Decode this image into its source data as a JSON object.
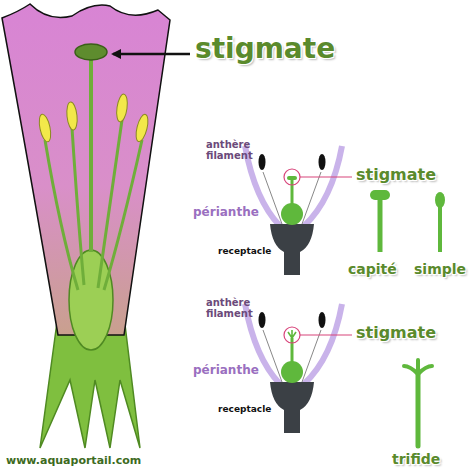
{
  "diagram": {
    "labels": [
      "stigmate",
      "anthère",
      "filament",
      "stigmate",
      "périanthe",
      "receptacle",
      "capité",
      "simple",
      "anthère",
      "filament",
      "stigmate",
      "périanthe",
      "receptacle",
      "trifide",
      "www.aquaportail.com"
    ]
  }
}
